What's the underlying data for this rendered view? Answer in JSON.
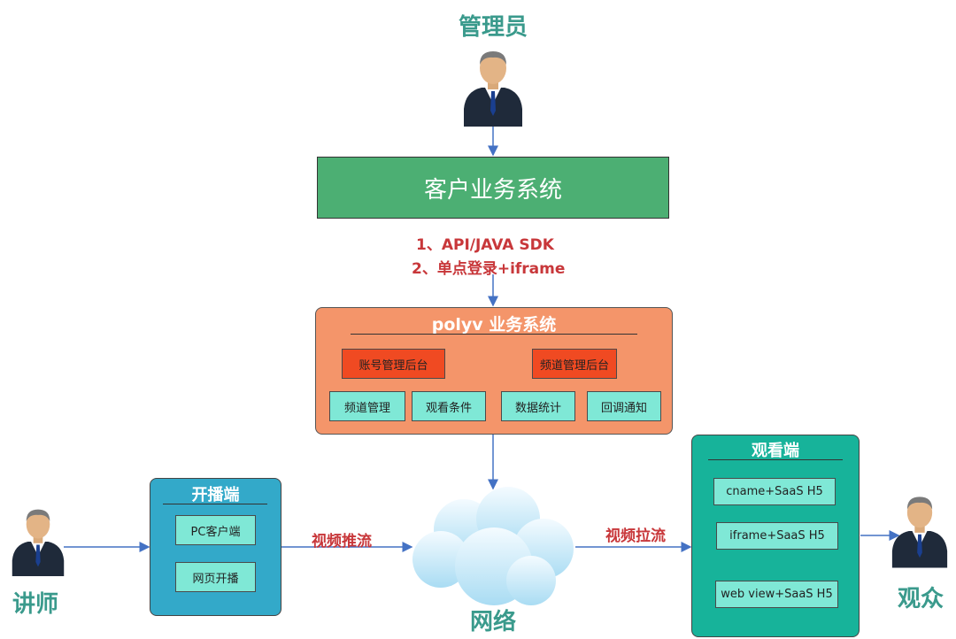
{
  "roles": {
    "admin": "管理员",
    "lecturer": "讲师",
    "audience": "观众"
  },
  "customer_system": {
    "label": "客户业务系统"
  },
  "integration": {
    "line1": "1、API/JAVA SDK",
    "line2": "2、单点登录+iframe"
  },
  "polyv": {
    "title": "polyv 业务系统",
    "modules_top": [
      "账号管理后台",
      "频道管理后台"
    ],
    "modules_bottom": [
      "频道管理",
      "观看条件",
      "数据统计",
      "回调通知"
    ]
  },
  "broadcast": {
    "title": "开播端",
    "items": [
      "PC客户端",
      "网页开播"
    ]
  },
  "viewer": {
    "title": "观看端",
    "items": [
      "cname+SaaS H5",
      "iframe+SaaS H5",
      "web view+SaaS H5"
    ]
  },
  "flows": {
    "push": "视频推流",
    "pull": "视频拉流"
  },
  "network": {
    "label": "网络"
  },
  "colors": {
    "customer_green": "#4caf73",
    "polyv_orange": "#f4956a",
    "red_module": "#f04a22",
    "teal_cell": "#7fe8d6",
    "broadcast_blue": "#33a9c9",
    "viewer_teal": "#17b39a",
    "label_teal": "#3a9a8c",
    "flow_red": "#c8373a",
    "arrow_blue": "#4472c4"
  },
  "icons": [
    "person-icon",
    "cloud-icon"
  ]
}
